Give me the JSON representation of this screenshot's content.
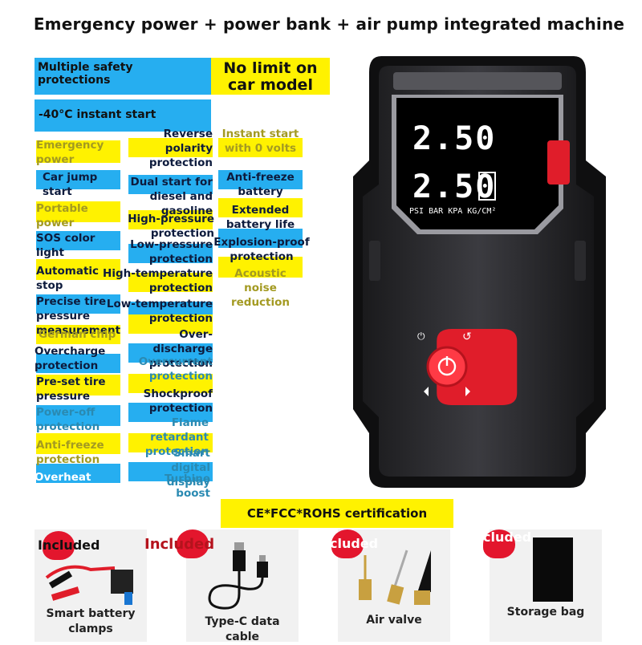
{
  "title": "Emergency power + power bank + air pump integrated machine",
  "banner": {
    "multiple_safety": "Multiple safety protections",
    "no_limit": "No limit on car model",
    "instant_start": "-40°C instant start"
  },
  "col1": [
    "Emergency power",
    "Car jump start",
    "Portable power",
    "SOS color light",
    "Automatic stop",
    "Precise tire pressure measurement",
    "German chip",
    "Overcharge protection",
    "Pre-set tire pressure",
    "Power-off protection",
    "Anti-freeze protection",
    "Overheat"
  ],
  "col2": [
    "Reverse polarity protection",
    "Dual start for diesel and gasoline",
    "High-pressure protection",
    "Low-pressure protection",
    "High-temperature protection",
    "Low-temperature protection",
    "Over-discharge protection",
    "Overcurrent protection",
    "Shockproof protection",
    "Flame retardant protection",
    "Smart digital display",
    "Turbine boost"
  ],
  "col3": [
    "Instant start with 0 volts",
    "Anti-freeze battery",
    "Extended battery life",
    "Explosion-proof protection",
    "Acoustic noise reduction"
  ],
  "device": {
    "reading_top": "2.50",
    "reading_bottom": "2.50",
    "units": [
      "PSI",
      "BAR",
      "KPA",
      "KG/CM²"
    ]
  },
  "certification": "CE*FCC*ROHS certification",
  "included": [
    {
      "ribbon": "Included",
      "label": "Smart battery clamps"
    },
    {
      "ribbon": "Included",
      "label": "Type-C data cable"
    },
    {
      "ribbon": "cluded",
      "label": "Air valve"
    },
    {
      "ribbon": "cluded",
      "label": "Storage bag"
    }
  ],
  "colors": {
    "blue": "#26aef0",
    "yellow": "#fff200",
    "red": "#e3162d",
    "device": "#2f2f33"
  }
}
